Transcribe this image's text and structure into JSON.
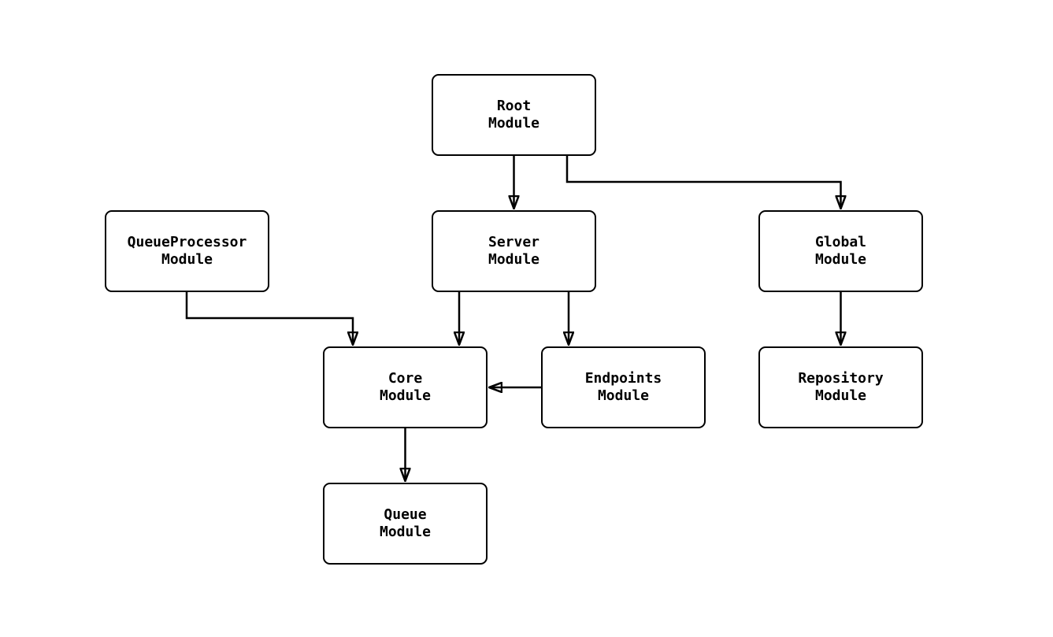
{
  "diagram": {
    "type": "module-dependency-graph",
    "colors": {
      "background": "#ffffff",
      "node_fill": "#ffffff",
      "node_border": "#000000",
      "edge": "#000000",
      "text": "#000000"
    },
    "nodes": [
      {
        "id": "root",
        "label": "Root\nModule"
      },
      {
        "id": "queueprocessor",
        "label": "QueueProcessor\nModule"
      },
      {
        "id": "server",
        "label": "Server\nModule"
      },
      {
        "id": "global",
        "label": "Global\nModule"
      },
      {
        "id": "core",
        "label": "Core\nModule"
      },
      {
        "id": "endpoints",
        "label": "Endpoints\nModule"
      },
      {
        "id": "repository",
        "label": "Repository\nModule"
      },
      {
        "id": "queue",
        "label": "Queue\nModule"
      }
    ],
    "edges": [
      {
        "from": "Root Module",
        "to": "Server Module"
      },
      {
        "from": "Root Module",
        "to": "Global Module"
      },
      {
        "from": "QueueProcessor Module",
        "to": "Core Module"
      },
      {
        "from": "Server Module",
        "to": "Core Module"
      },
      {
        "from": "Server Module",
        "to": "Endpoints Module"
      },
      {
        "from": "Endpoints Module",
        "to": "Core Module"
      },
      {
        "from": "Global Module",
        "to": "Repository Module"
      },
      {
        "from": "Core Module",
        "to": "Queue Module"
      }
    ]
  }
}
